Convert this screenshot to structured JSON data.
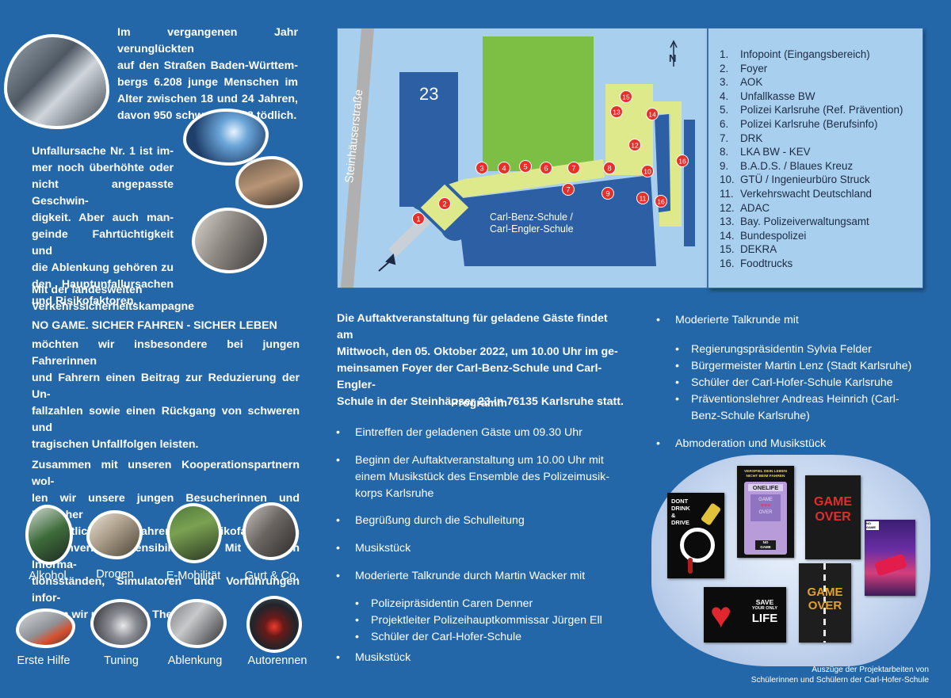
{
  "intro": {
    "stats_lines": [
      "Im vergangenen Jahr verunglückten",
      "auf den Straßen Baden-Württem-",
      "bergs 6.208 junge Menschen im",
      "Alter zwischen 18 und 24 Jahren,",
      "davon 950 schwer und 43 tödlich."
    ],
    "cause_lines": [
      "Unfallursache Nr. 1 ist im-",
      "mer noch überhöhte oder",
      "nicht angepasste Geschwin-",
      "digkeit. Aber auch man-",
      "geinde Fahrtüchtigkeit und",
      "die Ablenkung gehören zu",
      "den Hauptunfallursachen",
      "und Risikofaktoren."
    ],
    "campaign_intro": "Mit der landesweiten Verkehrssicherheitskampagne",
    "campaign_name": "NO GAME. SICHER FAHREN - SICHER LEBEN",
    "campaign_lines": [
      "möchten wir insbesondere bei jungen Fahrerinnen",
      "und Fahrern einen Beitrag zur Reduzierung der Un-",
      "fallzahlen sowie einen Rückgang von schweren und",
      "tragischen Unfallfolgen leisten."
    ],
    "partner_lines": [
      "Zusammen mit unseren Kooperationspartnern wol-",
      "len wir unsere jungen Besucherinnen und Besucher",
      "hinsichtlich der Gefahren und Risikofaktoren im",
      "Straßenverkehr sensibilisieren. Mit unseren Informa-",
      "tionsständen, Simulatoren und Vorführungen infor-",
      "mieren wir u.a. zu den Themen"
    ]
  },
  "topics": [
    "Alkohol",
    "Drogen",
    "E-Mobilität",
    "Gurt & Co.",
    "Erste Hilfe",
    "Tuning",
    "Ablenkung",
    "Autorennen"
  ],
  "map": {
    "building_number": "23",
    "street": "Steinhäuserstraße",
    "school_lines": [
      "Carl-Benz-Schule /",
      "Carl-Engler-Schule"
    ],
    "north_label": "N",
    "markers": [
      "1",
      "2",
      "3",
      "4",
      "5",
      "6",
      "7",
      "7",
      "8",
      "9",
      "10",
      "11",
      "12",
      "13",
      "14",
      "15",
      "16",
      "16"
    ]
  },
  "legend": [
    {
      "n": "1.",
      "label": "Infopoint (Eingangsbereich)"
    },
    {
      "n": "2.",
      "label": "Foyer"
    },
    {
      "n": "3.",
      "label": "AOK"
    },
    {
      "n": "4.",
      "label": "Unfallkasse BW"
    },
    {
      "n": "5.",
      "label": "Polizei Karlsruhe (Ref. Prävention)"
    },
    {
      "n": "6.",
      "label": "Polizei Karlsruhe (Berufsinfo)"
    },
    {
      "n": "7.",
      "label": "DRK"
    },
    {
      "n": "8.",
      "label": "LKA BW - KEV"
    },
    {
      "n": "9.",
      "label": "B.A.D.S. / Blaues Kreuz"
    },
    {
      "n": "10.",
      "label": "GTÜ / Ingenieurbüro Struck"
    },
    {
      "n": "11.",
      "label": "Verkehrswacht Deutschland"
    },
    {
      "n": "12.",
      "label": "ADAC"
    },
    {
      "n": "13.",
      "label": "Bay. Polizeiverwaltungsamt"
    },
    {
      "n": "14.",
      "label": "Bundespolizei"
    },
    {
      "n": "15.",
      "label": "DEKRA"
    },
    {
      "n": "16.",
      "label": "Foodtrucks"
    }
  ],
  "event": {
    "lines": [
      "Die Auftaktveranstaltung für geladene Gäste findet am",
      "Mittwoch, den 05. Oktober 2022, um 10.00 Uhr im ge-",
      "meinsamen Foyer der Carl-Benz-Schule und Carl-Engler-",
      "Schule in der Steinhäuser 23 in 76135 Karlsruhe statt."
    ],
    "program_title": "Programm"
  },
  "program": {
    "arrival": "Eintreffen der geladenen Gäste um 09.30 Uhr",
    "start_lines": [
      "Beginn der Auftaktveranstaltung um 10.00 Uhr mit",
      "einem Musikstück des Ensemble des Polizeimusik-",
      "korps Karlsruhe"
    ],
    "welcome": "Begrüßung durch die Schulleitung",
    "music1": "Musikstück",
    "talk1": "Moderierte Talkrunde durch Martin Wacker mit",
    "talk1_guests": [
      "Polizeipräsidentin Caren Denner",
      "Projektleiter Polizeihauptkommissar Jürgen Ell",
      "Schüler der Carl-Hofer-Schule"
    ],
    "music2": "Musikstück"
  },
  "program_right": {
    "talk2": "Moderierte Talkrunde mit",
    "talk2_guests": [
      "Regierungspräsidentin Sylvia Felder",
      "Bürgermeister Martin Lenz (Stadt Karlsruhe)",
      "Schüler der Carl-Hofer-Schule Karlsruhe"
    ],
    "talk2_guest4_lines": [
      "Präventionslehrer Andreas Heinrich (Carl-",
      "Benz-Schule Karlsruhe)"
    ],
    "closing": "Abmoderation und Musikstück"
  },
  "posters": {
    "p1": [
      "DONT",
      "DRINK",
      "&",
      "DRIVE"
    ],
    "p2_top": [
      "VERSPIEL DEIN LEBEN",
      "NICHT BEIM FAHREN"
    ],
    "p2_screen": [
      "ONELIFE",
      "GAME",
      "OVER"
    ],
    "p2_badge": [
      "NO",
      "GAME"
    ],
    "p3": [
      "GAME",
      "OVER"
    ],
    "p4_badge": [
      "NO",
      "GAME"
    ],
    "p5": [
      "SAVE",
      "YOUR ONLY",
      "LIFE"
    ],
    "p6": [
      "GAME",
      "OVER"
    ]
  },
  "caption_lines": [
    "Auszüge der Projektarbeiten von",
    "Schülerinnen und Schülern der Carl-Hofer-Schule"
  ],
  "colors": {
    "background": "#2467a8",
    "map_bg": "#a9cfee",
    "building": "#2c5fa3",
    "green": "#7dbe45",
    "path": "#dde98b",
    "marker": "#e5302b"
  }
}
